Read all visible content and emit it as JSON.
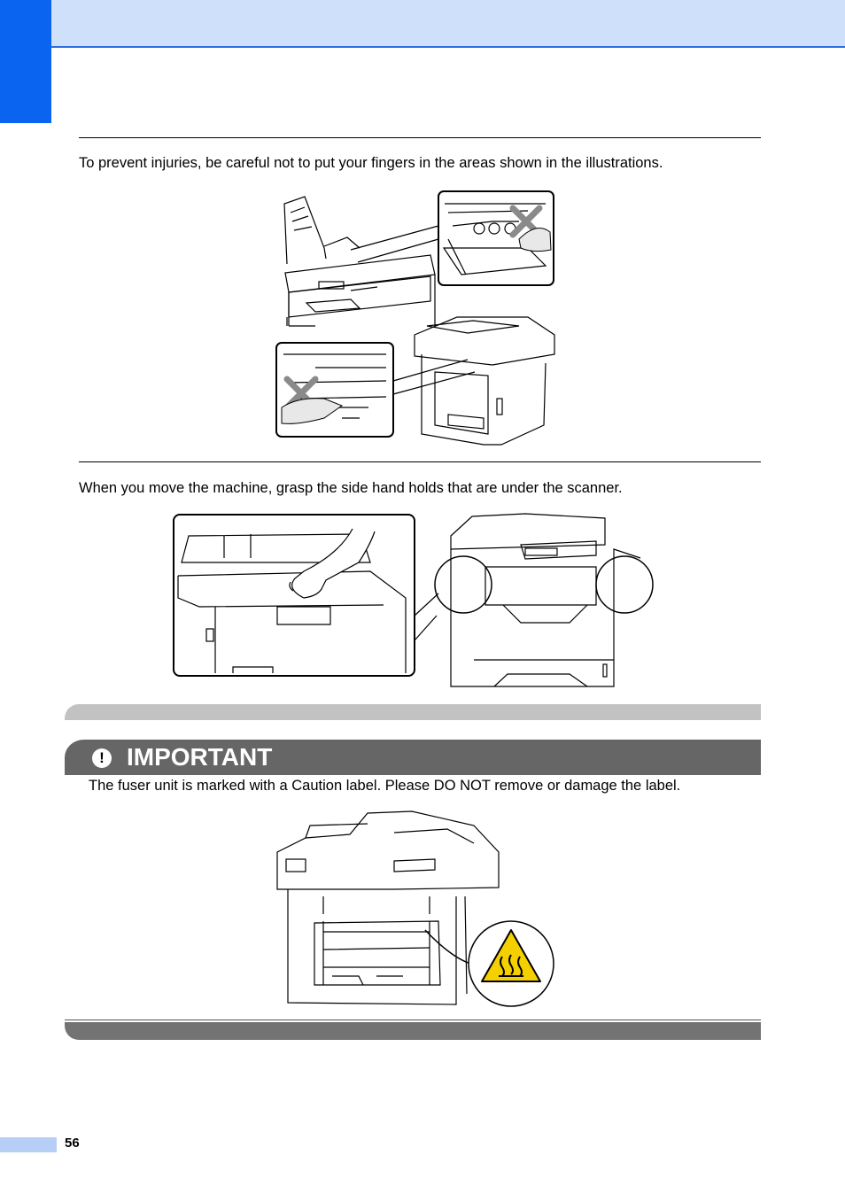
{
  "page": {
    "paragraph_1": "To prevent injuries, be careful not to put your fingers in the areas shown in the illustrations.",
    "paragraph_2": "When you move the machine, grasp the side hand holds that are under the scanner.",
    "important": {
      "title": "IMPORTANT",
      "icon": "exclamation-circle-icon",
      "text": "The fuser unit is marked with a Caution label. Please DO NOT remove or damage the label."
    },
    "page_number": "56"
  },
  "colors": {
    "header_band": "#cfe0fb",
    "side_tab": "#0a64f0",
    "important_header": "#666666",
    "caution_yellow": "#f5d000"
  },
  "figures": [
    {
      "name": "finger-hazard-illustration",
      "icons": [
        "printer-adf-open",
        "roller-closeup",
        "no-hand-x-icon",
        "printer-rear-view"
      ]
    },
    {
      "name": "hand-holds-illustration",
      "icons": [
        "hand-grasp-closeup",
        "printer-front-view",
        "magnify-circle-icon"
      ]
    },
    {
      "name": "fuser-caution-illustration",
      "icons": [
        "printer-rear-open",
        "hot-surface-warning-icon"
      ]
    }
  ]
}
